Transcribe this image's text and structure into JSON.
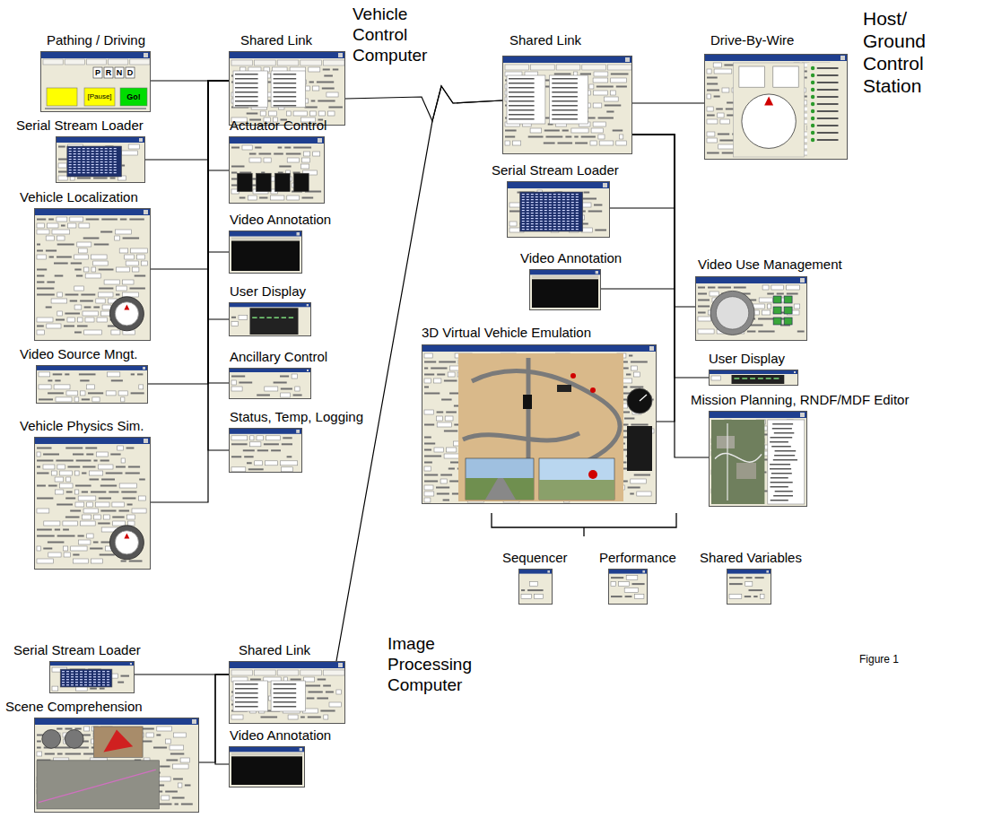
{
  "diagram": {
    "nodes": [
      {
        "text": [
          "Pathing / Driving"
        ]
      },
      {
        "text": [
          "Shared Link"
        ]
      },
      {
        "text": [
          "Serial Stream Loader"
        ]
      },
      {
        "text": [
          "Actuator Control"
        ]
      },
      {
        "text": [
          "Vehicle Localization"
        ]
      },
      {
        "text": [
          "Video Annotation"
        ]
      },
      {
        "text": [
          "Video Source Mngt."
        ]
      },
      {
        "text": [
          "User Display"
        ]
      },
      {
        "text": [
          "Ancillary Control"
        ]
      },
      {
        "text": [
          "Vehicle Physics Sim."
        ]
      },
      {
        "text": [
          "Status, Temp, Logging"
        ]
      },
      {
        "text": [
          "Shared Link"
        ]
      },
      {
        "text": [
          "Drive-By-Wire"
        ]
      },
      {
        "text": [
          "Serial Stream Loader"
        ]
      },
      {
        "text": [
          "Video Annotation"
        ]
      },
      {
        "text": [
          "Video Use Management"
        ]
      },
      {
        "text": [
          "3D Virtual Vehicle Emulation"
        ]
      },
      {
        "text": [
          "User Display"
        ]
      },
      {
        "text": [
          "Mission Planning, RNDF/MDF Editor"
        ]
      },
      {
        "text": [
          "Sequencer"
        ]
      },
      {
        "text": [
          "Performance"
        ]
      },
      {
        "text": [
          "Shared Variables"
        ]
      },
      {
        "text": [
          "Serial Stream Loader"
        ]
      },
      {
        "text": [
          "Shared Link"
        ]
      },
      {
        "text": [
          "Scene Comprehension"
        ]
      },
      {
        "text": [
          "Video Annotation"
        ]
      }
    ],
    "edges": [
      {
        "from": 1,
        "to": 0,
        "arrow": "none"
      },
      {
        "from": 1,
        "to": 2,
        "arrow": "none"
      },
      {
        "from": 1,
        "to": 3,
        "arrow": "none"
      },
      {
        "from": 1,
        "to": 4,
        "arrow": "none"
      },
      {
        "from": 1,
        "to": 5,
        "arrow": "none"
      },
      {
        "from": 1,
        "to": 6,
        "arrow": "none"
      },
      {
        "from": 1,
        "to": 7,
        "arrow": "none"
      },
      {
        "from": 1,
        "to": 8,
        "arrow": "none"
      },
      {
        "from": 1,
        "to": 9,
        "arrow": "none"
      },
      {
        "from": 1,
        "to": 10,
        "arrow": "none"
      },
      {
        "from": 1,
        "to": 11,
        "arrow": "none"
      },
      {
        "from": 11,
        "to": 12,
        "arrow": "none"
      },
      {
        "from": 11,
        "to": 13,
        "arrow": "none"
      },
      {
        "from": 11,
        "to": 14,
        "arrow": "none"
      },
      {
        "from": 11,
        "to": 15,
        "arrow": "none"
      },
      {
        "from": 11,
        "to": 16,
        "arrow": "none"
      },
      {
        "from": 11,
        "to": 17,
        "arrow": "none"
      },
      {
        "from": 11,
        "to": 18,
        "arrow": "none"
      },
      {
        "from": 23,
        "to": 11,
        "arrow": "none"
      },
      {
        "from": 23,
        "to": 22,
        "arrow": "none"
      },
      {
        "from": 23,
        "to": 24,
        "arrow": "none"
      },
      {
        "from": 23,
        "to": 25,
        "arrow": "none"
      }
    ],
    "labels": [
      "Vehicle Control Computer",
      "Host/ Ground Control Station",
      "Image Processing Computer",
      "Figure 1",
      "P",
      "R",
      "N",
      "D",
      "[Pause]",
      "Go!"
    ]
  }
}
